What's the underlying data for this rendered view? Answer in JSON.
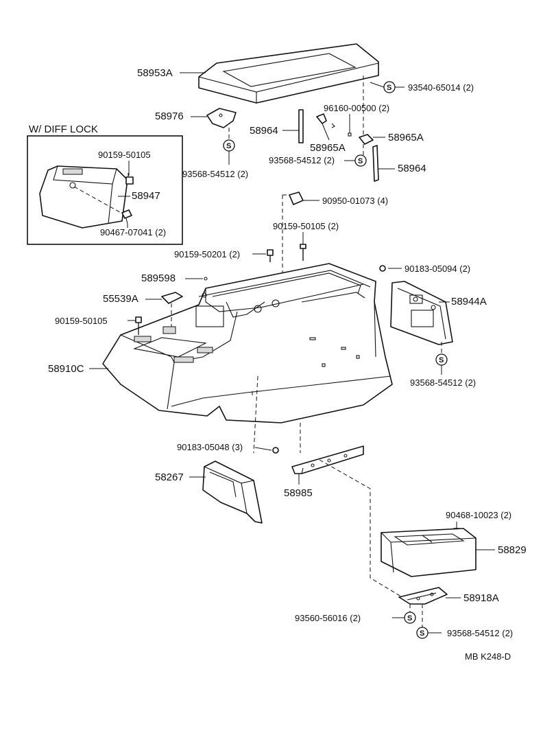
{
  "diagram": {
    "inset_title": "W/ DIFF  LOCK",
    "footer_code": "MB  K248-D",
    "washer_symbol": "S",
    "labels": {
      "p58953A": "58953A",
      "p93540_65014": "93540-65014 (2)",
      "p58976": "58976",
      "p96160_00500": "96160-00500 (2)",
      "p58964_left": "58964",
      "p58965A_left": "58965A",
      "p58965A_right": "58965A",
      "p93568_54512_a": "93568-54512 (2)",
      "p93568_54512_b": "93568-54512 (2)",
      "p58964_right": "58964",
      "p90159_50105_inset": "90159-50105",
      "p58947": "58947",
      "p90467_07041": "90467-07041 (2)",
      "p90950_01073": "90950-01073 (4)",
      "p90159_50105_top": "90159-50105 (2)",
      "p90159_50201": "90159-50201 (2)",
      "p90183_05094": "90183-05094 (2)",
      "p589598": "589598",
      "p55539A": "55539A",
      "p58944A": "58944A",
      "p90159_50105_left": "90159-50105",
      "p58910C": "58910C",
      "p93568_54512_c": "93568-54512 (2)",
      "p90183_05048": "90183-05048 (3)",
      "p58267": "58267",
      "p58985": "58985",
      "p90468_10023": "90468-10023 (2)",
      "p58829": "58829",
      "p58918A": "58918A",
      "p93560_56016": "93560-56016 (2)",
      "p93568_54512_d": "93568-54512 (2)"
    }
  }
}
